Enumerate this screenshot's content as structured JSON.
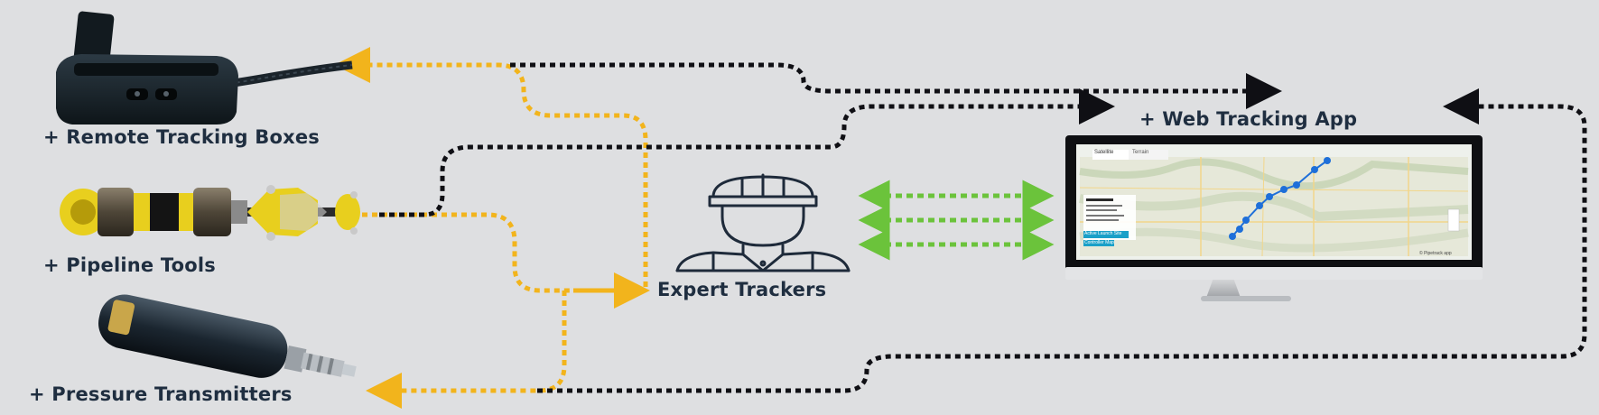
{
  "labels": {
    "remote_boxes": "+ Remote Tracking Boxes",
    "pipeline_tools": "+ Pipeline Tools",
    "pressure_transmitters": "+ Pressure Transmitters",
    "expert_trackers": "Expert Trackers",
    "web_app": "+ Web Tracking App"
  },
  "map_ui": {
    "tab_map": "Satellite",
    "tab_sat": "Terrain",
    "sidebar_button_1": "Active Launch Site",
    "sidebar_button_2": "Controller Map",
    "watermark": "© Pipetrack app"
  },
  "colors": {
    "background": "#dedfe1",
    "yellow_path": "#f2b41c",
    "black_path": "#0f0f14",
    "green_arrows": "#6bc33b",
    "label_text": "#1f2e40",
    "route_markers": "#1e6fd9"
  },
  "icons": {
    "remote_box": "remote-tracking-box-icon",
    "pipeline_tool": "pipeline-pig-tool-icon",
    "transmitter": "pressure-transmitter-icon",
    "tracker": "hard-hat-worker-icon",
    "monitor": "desktop-monitor-icon"
  }
}
